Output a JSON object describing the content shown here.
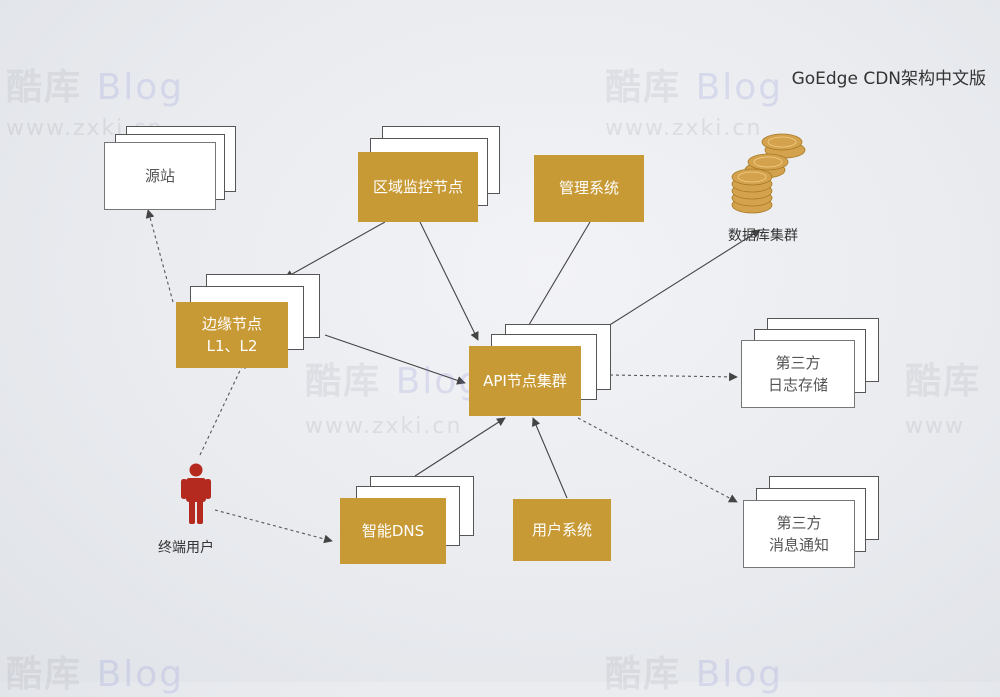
{
  "title": "GoEdge CDN架构中文版",
  "watermark": {
    "brand_cn": "酷库",
    "brand_en": "Blog",
    "url": "www.zxki.cn"
  },
  "nodes": {
    "origin": {
      "label": "源站"
    },
    "region_monitor": {
      "label": "区域监控节点"
    },
    "admin": {
      "label": "管理系统"
    },
    "edge": {
      "line1": "边缘节点",
      "line2": "L1、L2"
    },
    "api": {
      "label": "API节点集群"
    },
    "dns": {
      "label": "智能DNS"
    },
    "user_system": {
      "label": "用户系统"
    },
    "log_storage": {
      "line1": "第三方",
      "line2": "日志存储"
    },
    "message": {
      "line1": "第三方",
      "line2": "消息通知"
    },
    "database": {
      "label": "数据库集群"
    },
    "end_user": {
      "label": "终端用户"
    }
  },
  "colors": {
    "node_gold": "#c89a35",
    "coin_gold": "#d4a24c",
    "user_icon": "#b52a1e",
    "line": "#444444"
  },
  "icons": {
    "database": "stacked-coins-icon",
    "end_user": "person-icon"
  }
}
